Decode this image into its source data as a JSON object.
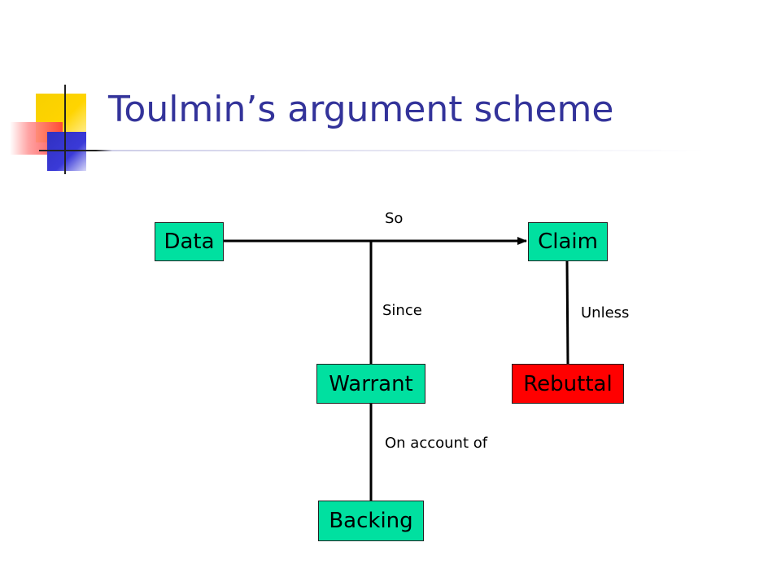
{
  "slide": {
    "title": "Toulmin’s argument scheme"
  },
  "diagram": {
    "nodes": {
      "data": {
        "label": "Data",
        "color": "#00e0a0"
      },
      "claim": {
        "label": "Claim",
        "color": "#00e0a0"
      },
      "warrant": {
        "label": "Warrant",
        "color": "#00e0a0"
      },
      "rebuttal": {
        "label": "Rebuttal",
        "color": "#ff0000"
      },
      "backing": {
        "label": "Backing",
        "color": "#00e0a0"
      }
    },
    "edges": {
      "so": "So",
      "since": "Since",
      "unless": "Unless",
      "on_account_of": "On account of"
    }
  },
  "colors": {
    "title": "#33339a",
    "node_default": "#00e0a0",
    "node_rebuttal": "#ff0000",
    "line": "#000000"
  }
}
